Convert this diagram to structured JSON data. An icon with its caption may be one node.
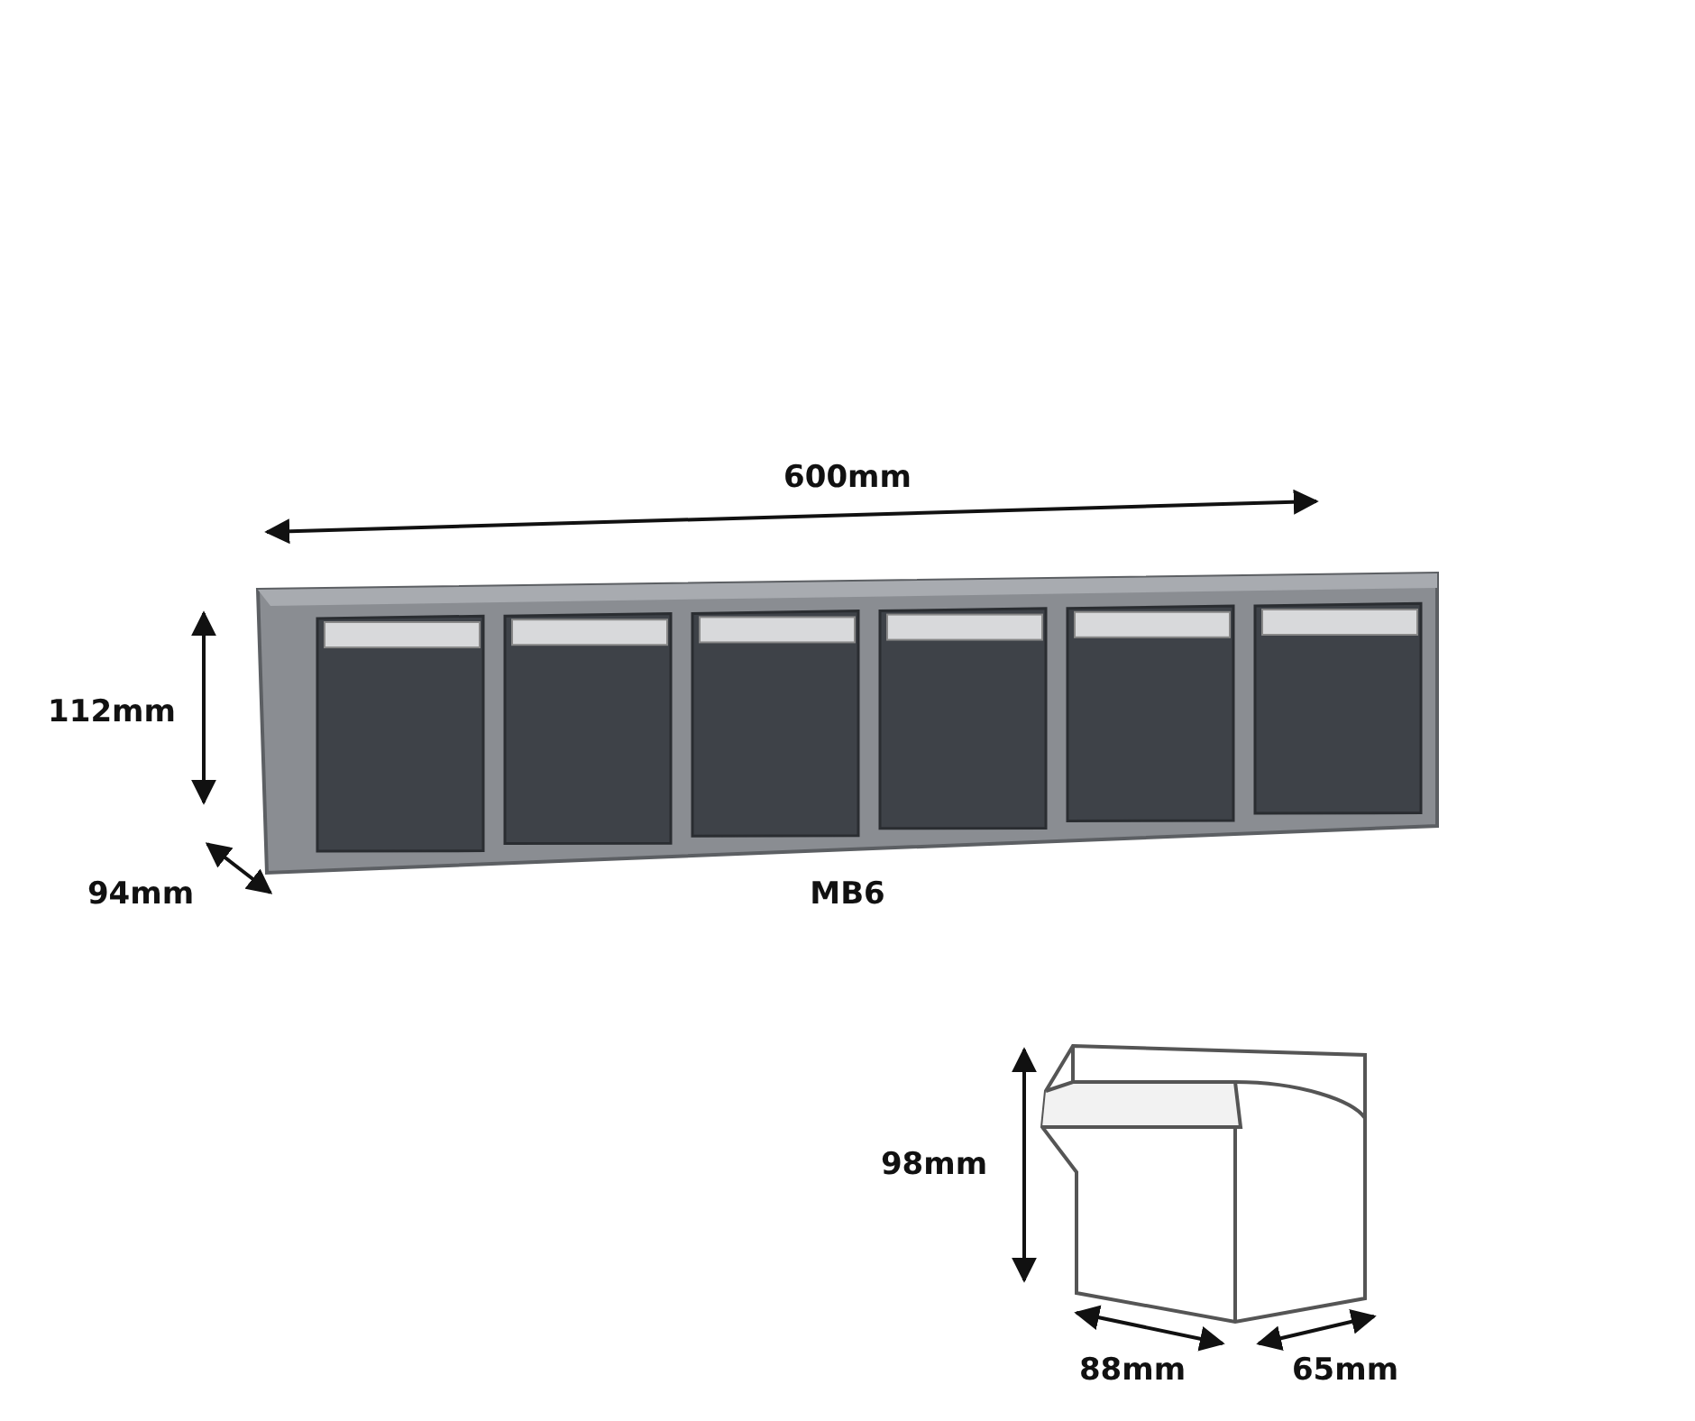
{
  "diagram": {
    "labels": [
      "600mm",
      "112mm",
      "94mm",
      "MB6",
      "98mm",
      "88mm",
      "65mm"
    ]
  }
}
